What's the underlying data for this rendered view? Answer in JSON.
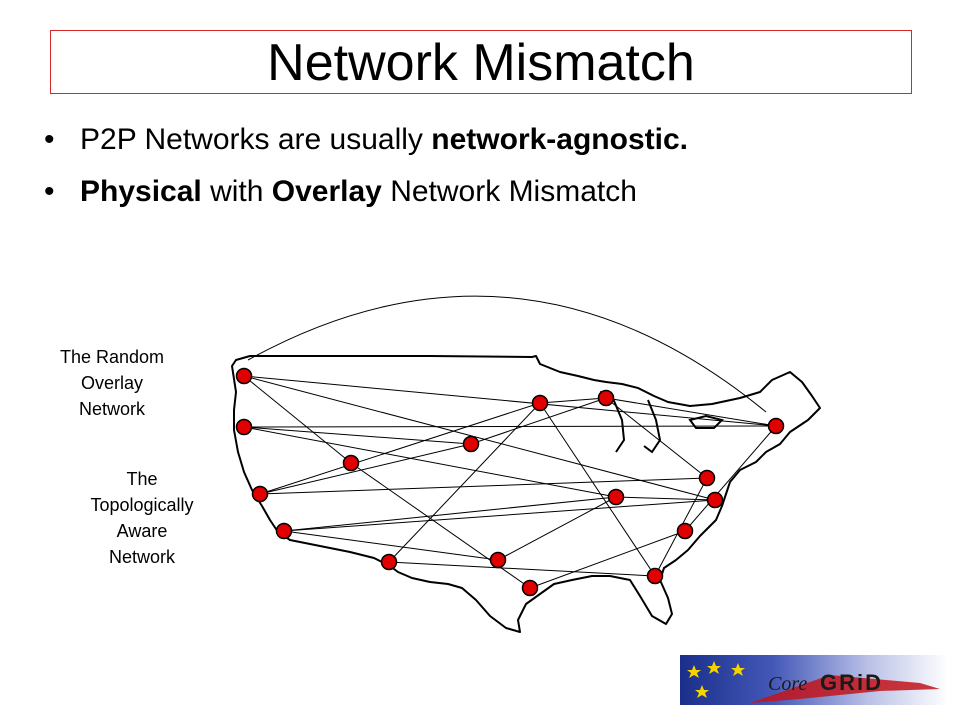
{
  "slide": {
    "title": "Network Mismatch",
    "bullets": [
      {
        "parts": [
          {
            "text": "P2P Networks are usually ",
            "bold": false
          },
          {
            "text": "network-agnostic.",
            "bold": true
          }
        ]
      },
      {
        "parts": [
          {
            "text": "Physical",
            "bold": true
          },
          {
            "text": " with ",
            "bold": false
          },
          {
            "text": "Overlay",
            "bold": true
          },
          {
            "text": " Network Mismatch",
            "bold": false
          }
        ]
      }
    ],
    "label_random": [
      "The Random",
      "Overlay",
      "Network"
    ],
    "label_aware": [
      "The",
      "Topologically",
      "Aware",
      "Network"
    ]
  },
  "diagram": {
    "node_color": "#e00000",
    "title_border_color": "#d62828"
  },
  "logo": {
    "text": "Core GRID"
  }
}
